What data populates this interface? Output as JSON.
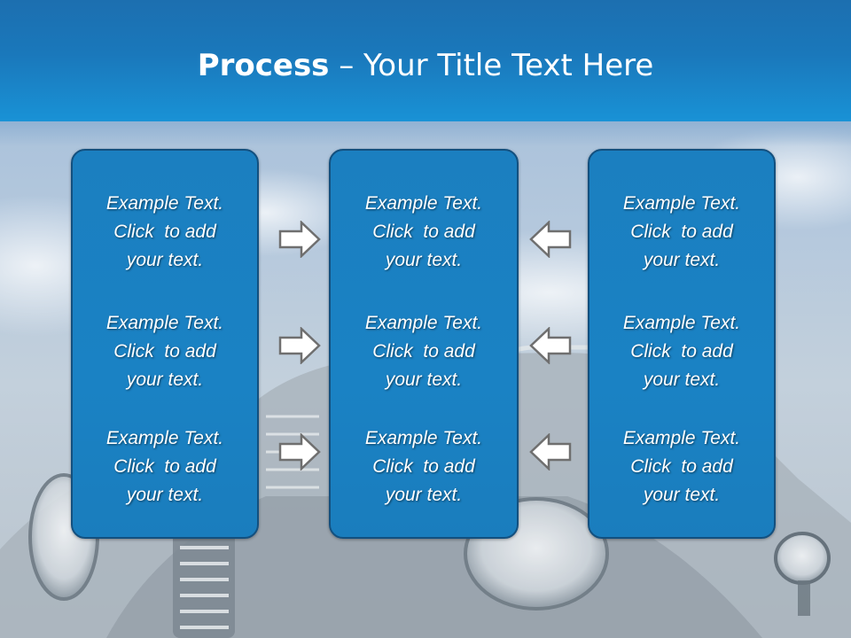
{
  "slide": {
    "title_bold": "Process",
    "title_rest": " – Your Title Text Here"
  },
  "columns": [
    {
      "blocks": [
        {
          "lines": [
            "Example Text.",
            "Click  to add",
            "your text."
          ]
        },
        {
          "lines": [
            "Example Text.",
            "Click  to add",
            "your text."
          ]
        },
        {
          "lines": [
            "Example Text.",
            "Click  to add",
            "your text."
          ]
        }
      ]
    },
    {
      "blocks": [
        {
          "lines": [
            "Example Text.",
            "Click  to add",
            "your text."
          ]
        },
        {
          "lines": [
            "Example Text.",
            "Click  to add",
            "your text."
          ]
        },
        {
          "lines": [
            "Example Text.",
            "Click  to add",
            "your text."
          ]
        }
      ]
    },
    {
      "blocks": [
        {
          "lines": [
            "Example Text.",
            "Click  to add",
            "your text."
          ]
        },
        {
          "lines": [
            "Example Text.",
            "Click  to add",
            "your text."
          ]
        },
        {
          "lines": [
            "Example Text.",
            "Click  to add",
            "your text."
          ]
        }
      ]
    }
  ],
  "arrows": {
    "left_group": "right-arrow-icon",
    "right_group": "left-arrow-icon"
  },
  "colors": {
    "title_band": "#1a78bb",
    "column_fill": "#1a82c4",
    "column_border": "#13507f",
    "text": "#ffffff"
  }
}
